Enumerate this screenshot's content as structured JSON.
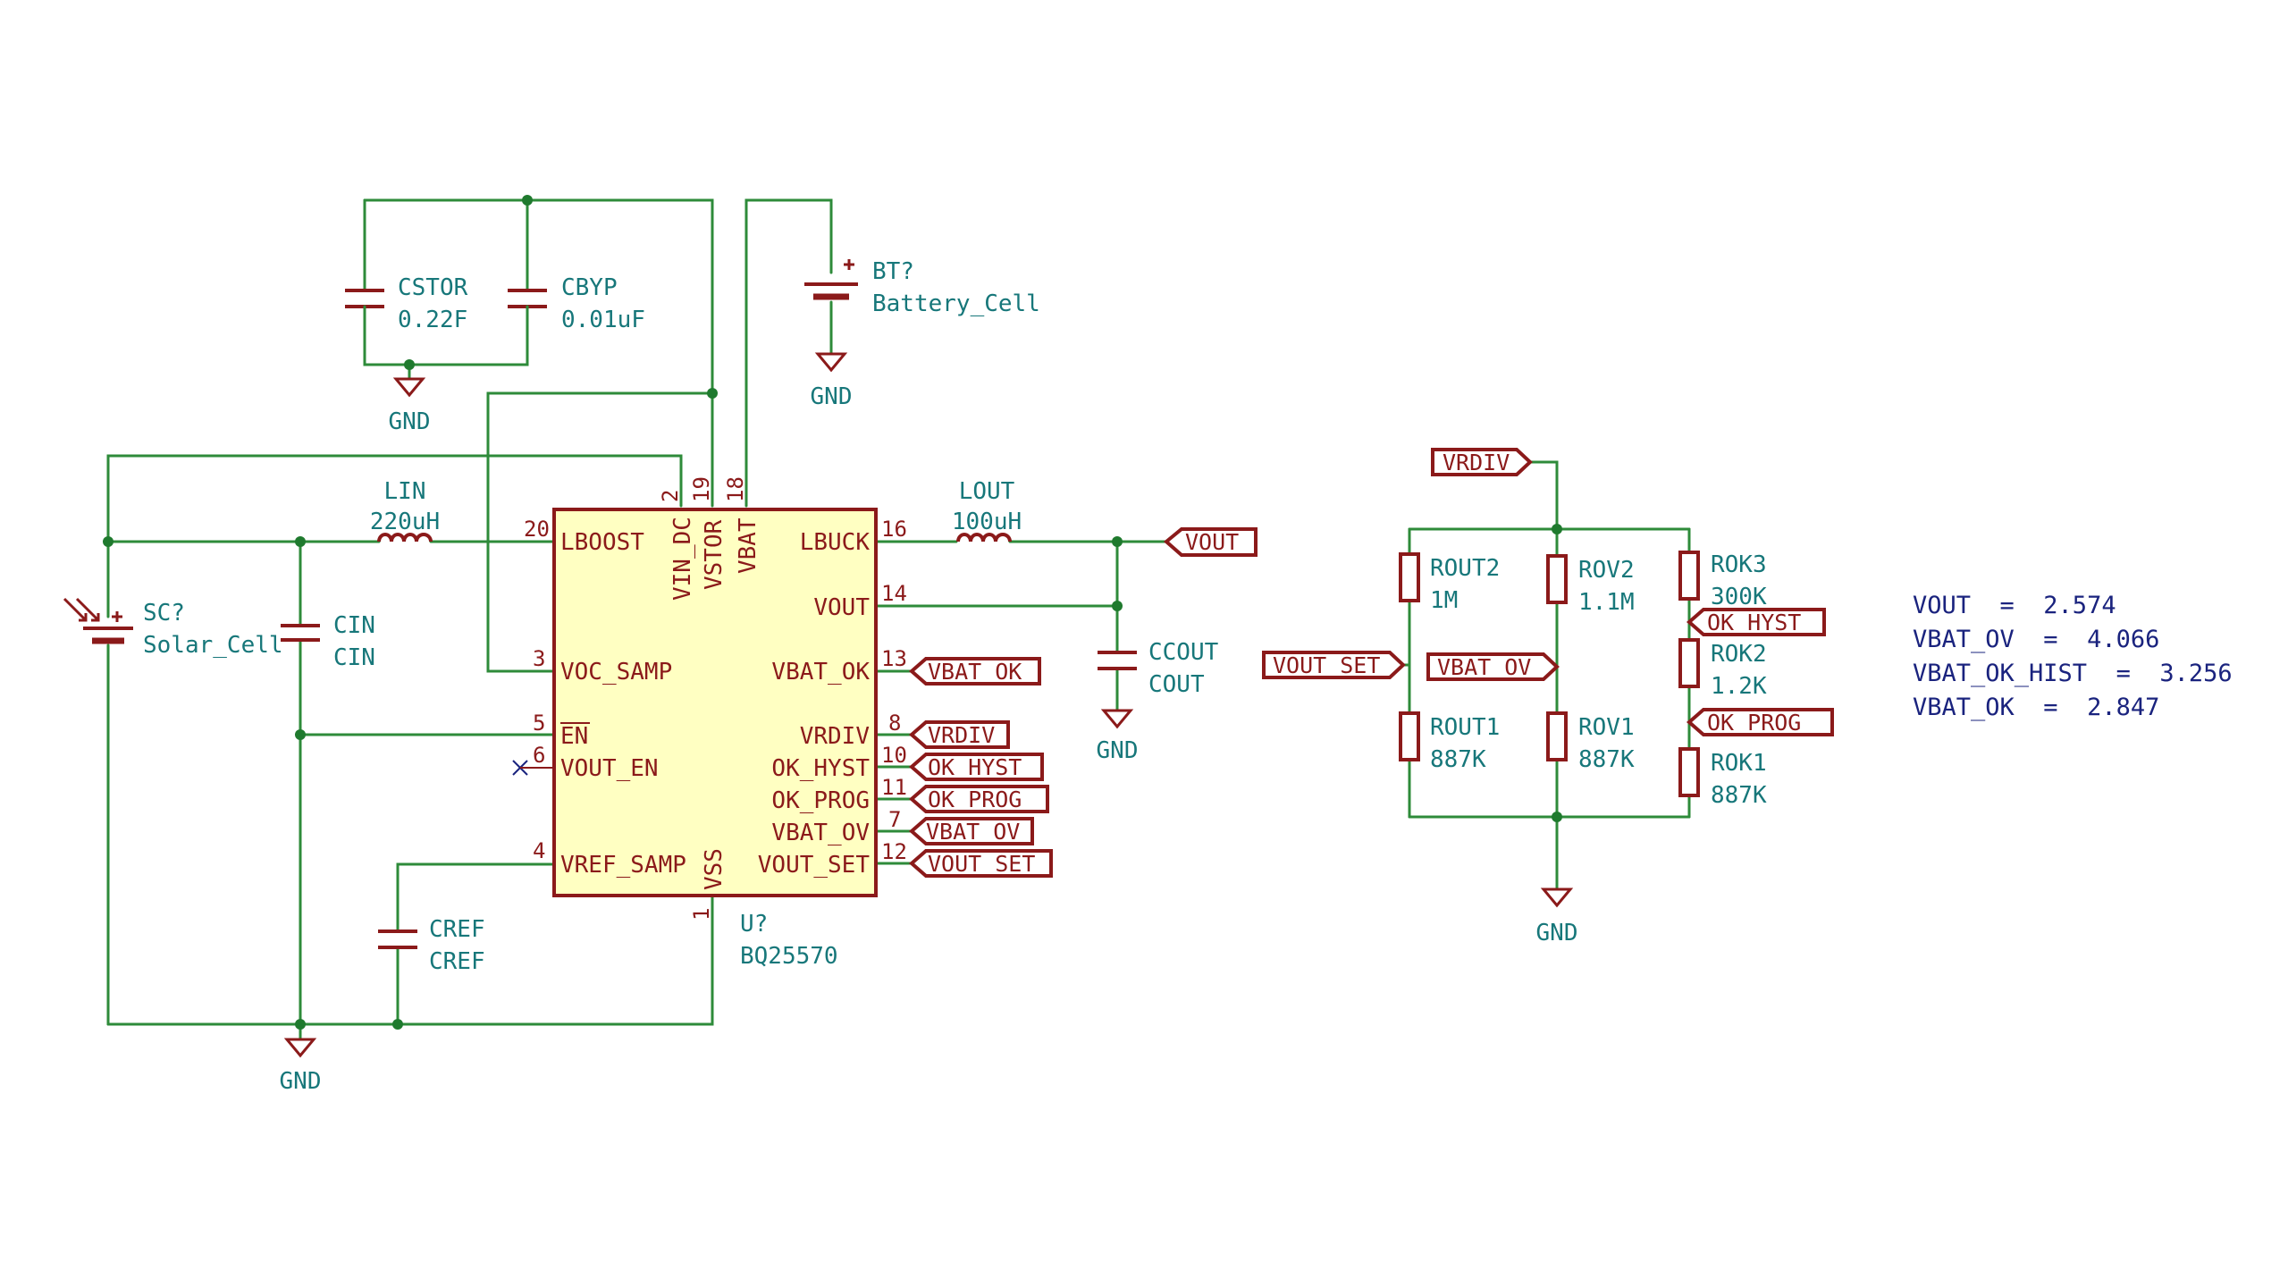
{
  "schematic": {
    "ic": {
      "ref": "U?",
      "value": "BQ25570",
      "pin_names": {
        "lboost": "LBOOST",
        "voc_samp": "VOC_SAMP",
        "en": "EN",
        "vout_en": "VOUT_EN",
        "vref_samp": "VREF_SAMP",
        "vin_dc": "VIN_DC",
        "vstor": "VSTOR",
        "vbat": "VBAT",
        "vss": "VSS",
        "lbuck": "LBUCK",
        "vout": "VOUT",
        "vbat_ok": "VBAT_OK",
        "vrdiv": "VRDIV",
        "ok_hyst": "OK_HYST",
        "ok_prog": "OK_PROG",
        "vbat_ov": "VBAT_OV",
        "vout_set": "VOUT_SET"
      },
      "pin_numbers": {
        "lboost": "20",
        "voc_samp": "3",
        "en": "5",
        "vout_en": "6",
        "vref_samp": "4",
        "vin_dc": "2",
        "vstor": "19",
        "vbat": "18",
        "vss": "1",
        "lbuck": "16",
        "vout": "14",
        "vbat_ok": "13",
        "vrdiv": "8",
        "ok_hyst": "10",
        "ok_prog": "11",
        "vbat_ov": "7",
        "vout_set": "12"
      }
    },
    "components": {
      "cstor": {
        "ref": "CSTOR",
        "value": "0.22F"
      },
      "cbyp": {
        "ref": "CBYP",
        "value": "0.01uF"
      },
      "bt": {
        "ref": "BT?",
        "value": "Battery_Cell"
      },
      "lin": {
        "ref": "LIN",
        "value": "220uH"
      },
      "lout": {
        "ref": "LOUT",
        "value": "100uH"
      },
      "sc": {
        "ref": "SC?",
        "value": "Solar_Cell"
      },
      "cin": {
        "ref": "CIN",
        "value": "CIN"
      },
      "ccout": {
        "ref": "CCOUT",
        "value": "COUT"
      },
      "cref": {
        "ref": "CREF",
        "value": "CREF"
      },
      "rout2": {
        "ref": "ROUT2",
        "value": "1M"
      },
      "rout1": {
        "ref": "ROUT1",
        "value": "887K"
      },
      "rov2": {
        "ref": "ROV2",
        "value": "1.1M"
      },
      "rov1": {
        "ref": "ROV1",
        "value": "887K"
      },
      "rok3": {
        "ref": "ROK3",
        "value": "300K"
      },
      "rok2": {
        "ref": "ROK2",
        "value": "1.2K"
      },
      "rok1": {
        "ref": "ROK1",
        "value": "887K"
      }
    },
    "power": {
      "gnd": "GND"
    },
    "labels": {
      "vout": "VOUT",
      "vbat_ok": "VBAT_OK",
      "vrdiv": "VRDIV",
      "ok_hyst": "OK_HYST",
      "ok_prog": "OK_PROG",
      "vbat_ov": "VBAT_OV",
      "vout_set": "VOUT_SET",
      "divider_vrdiv": "VRDIV",
      "divider_vout_set": "VOUT_SET",
      "divider_vbat_ov": "VBAT_OV",
      "divider_ok_hyst": "OK_HYST",
      "divider_ok_prog": "OK_PROG"
    },
    "calculations": [
      "VOUT  =  2.574",
      "VBAT_OV  =  4.066",
      "VBAT_OK_HIST  =  3.256",
      "VBAT_OK  =  2.847"
    ]
  }
}
